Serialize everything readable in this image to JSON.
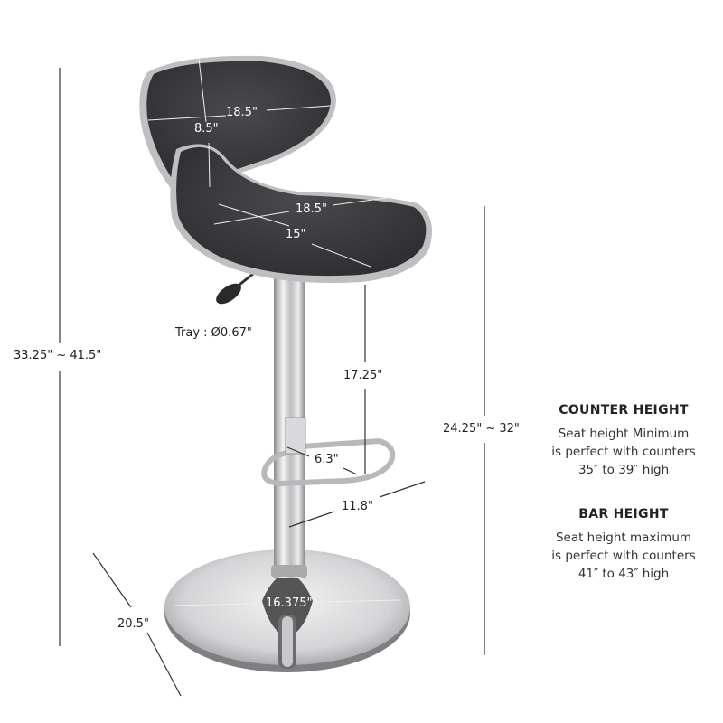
{
  "product": "Adjustable bar stool dimension diagram",
  "dimensions": {
    "overall_height": "33.25\" ~ 41.5\"",
    "seat_height": "24.25\" ~ 32\"",
    "backrest_width": "18.5\"",
    "backrest_height": "8.5\"",
    "seat_width": "18.5\"",
    "seat_depth": "15\"",
    "tray": "Tray : Ø0.67\"",
    "seat_to_footrest": "17.25\"",
    "footrest_depth": "6.3\"",
    "footrest_width": "11.8\"",
    "base_diameter": "16.375\"",
    "base_depth": "20.5\""
  },
  "info": {
    "counter": {
      "title": "COUNTER HEIGHT",
      "lines": [
        "Seat height Minimum",
        "is perfect with counters",
        "35″ to 39″ high"
      ]
    },
    "bar": {
      "title": "BAR HEIGHT",
      "lines": [
        "Seat height maximum",
        "is perfect with counters",
        "41″ to 43″ high"
      ]
    }
  },
  "colors": {
    "seat": "#3a3a3c",
    "chrome": "#c9c9cb",
    "text": "#222222",
    "line": "#333333"
  }
}
